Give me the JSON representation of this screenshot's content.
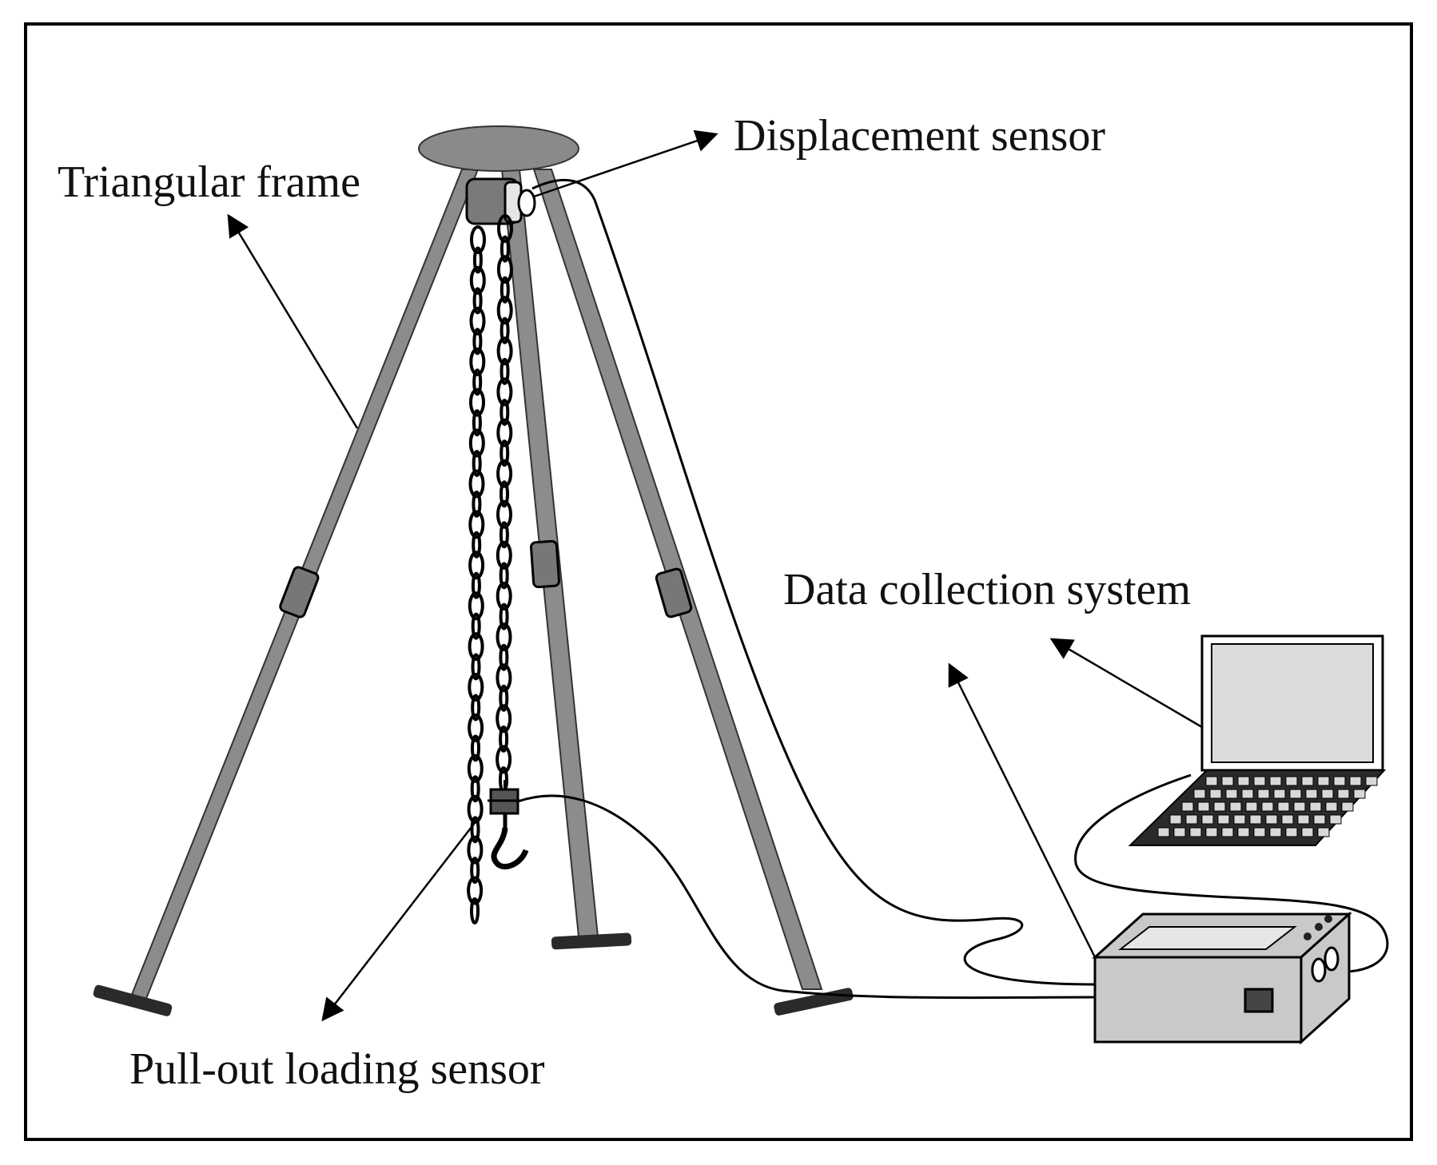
{
  "labels": {
    "triangular_frame": "Triangular frame",
    "displacement_sensor": "Displacement sensor",
    "data_collection_system": "Data collection system",
    "pull_out_loading_sensor": "Pull-out loading sensor"
  },
  "colors": {
    "frame": "#8c8c8c",
    "cap": "#8a8a8a",
    "device_body": "#c9c9c9",
    "screen": "#dcdcdc",
    "line": "#000000"
  }
}
